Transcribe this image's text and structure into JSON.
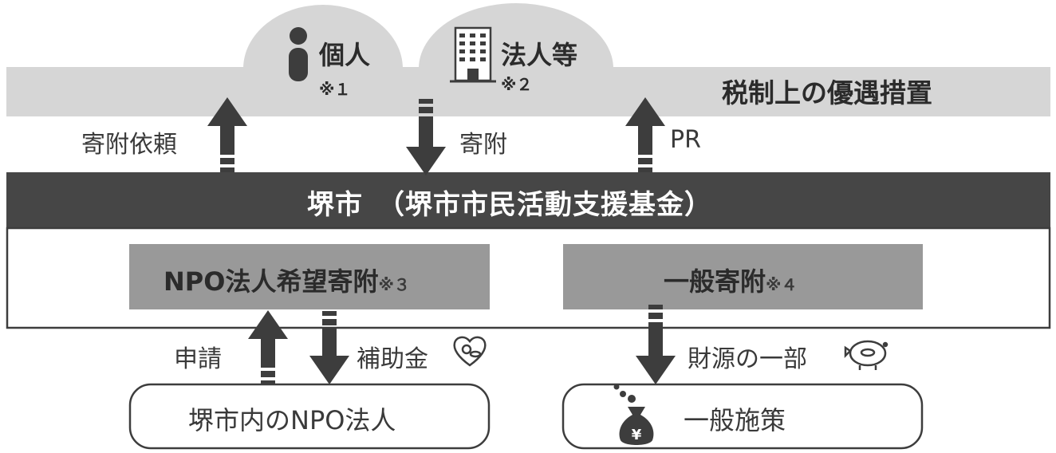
{
  "top": {
    "donor_individual": "個人",
    "note_individual": "※１",
    "donor_corporate": "法人等",
    "note_corporate": "※２",
    "tax_benefit": "税制上の優遇措置"
  },
  "flows_top": {
    "request": "寄附依頼",
    "donation": "寄附",
    "pr": "PR"
  },
  "fund": {
    "title": "堺市　（堺市市民活動支援基金）"
  },
  "boxes": {
    "npo_donation": "NPO法人希望寄附",
    "npo_note": "※３",
    "general_donation": "一般寄附",
    "general_note": "※４"
  },
  "flows_bottom": {
    "apply": "申請",
    "subsidy": "補助金",
    "partial_funding": "財源の一部"
  },
  "bottom": {
    "npo_in_city": "堺市内のNPO法人",
    "general_policy": "一般施策"
  },
  "icons": {
    "person": "person-icon",
    "building": "building-icon",
    "heart": "heart-coin-icon",
    "piggy": "piggy-bank-icon",
    "money_bag": "money-bag-icon"
  },
  "colors": {
    "band_gray": "#d6d6d6",
    "fund_dark": "#464646",
    "box_gray": "#999999",
    "arrow": "#3d3d3d"
  }
}
